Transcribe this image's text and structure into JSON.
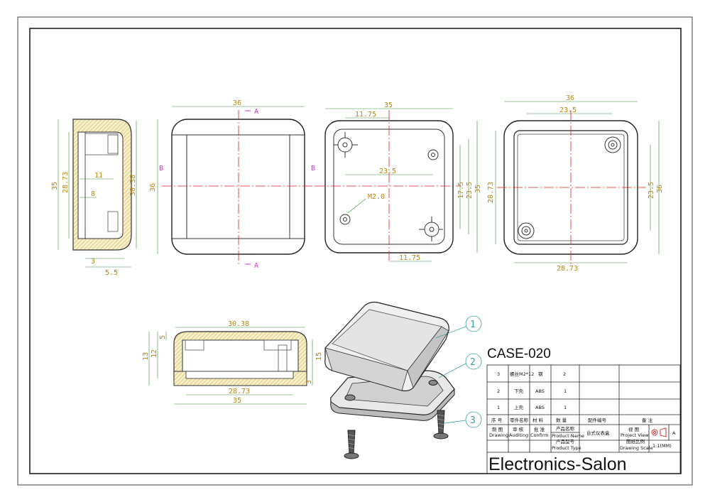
{
  "title": "CASE-020",
  "company": "Electronics-Salon",
  "section_labels": {
    "a": "A",
    "b": "B"
  },
  "dims": {
    "d36": "36",
    "d35": "35",
    "d11_75": "11.75",
    "d23_5": "23.5",
    "d17_5": "17.5",
    "d28_73": "28.73",
    "d30_38": "30.38",
    "d11": "11",
    "d8": "8",
    "d3": "3",
    "d5_5": "5.5",
    "d13": "13",
    "d12": "12",
    "d5": "5",
    "d15": "15",
    "m2": "M2.0"
  },
  "balloons": [
    "1",
    "2",
    "3"
  ],
  "parts": [
    {
      "no": "3",
      "name": "螺丝M2*12",
      "material": "钢",
      "qty": "2"
    },
    {
      "no": "2",
      "name": "下壳",
      "material": "ABS",
      "qty": "1"
    },
    {
      "no": "1",
      "name": "上壳",
      "material": "ABS",
      "qty": "1"
    }
  ],
  "header": {
    "no": "序 号",
    "name": "零件名称",
    "material": "材 料",
    "qty": "数 量",
    "code": "配件编号",
    "remark": "备 注"
  },
  "bottom": {
    "draw_cn": "制 图",
    "draw_en": "Drawing",
    "audit_cn": "审 核",
    "audit_en": "Auditing",
    "confirm_cn": "批 准",
    "confirm_en": "Confirm",
    "pname_cn": "产品名称",
    "pname_en": "Product Name",
    "pname_val": "台式仪表盒",
    "view_cn": "视 图",
    "view_en": "Project View",
    "view_val": "A",
    "ptype_cn": "产品型号",
    "ptype_en": "Product Type",
    "scale_cn": "图纸比例",
    "scale_en": "Drawing Scale",
    "scale_val": "1:1(MM)"
  }
}
